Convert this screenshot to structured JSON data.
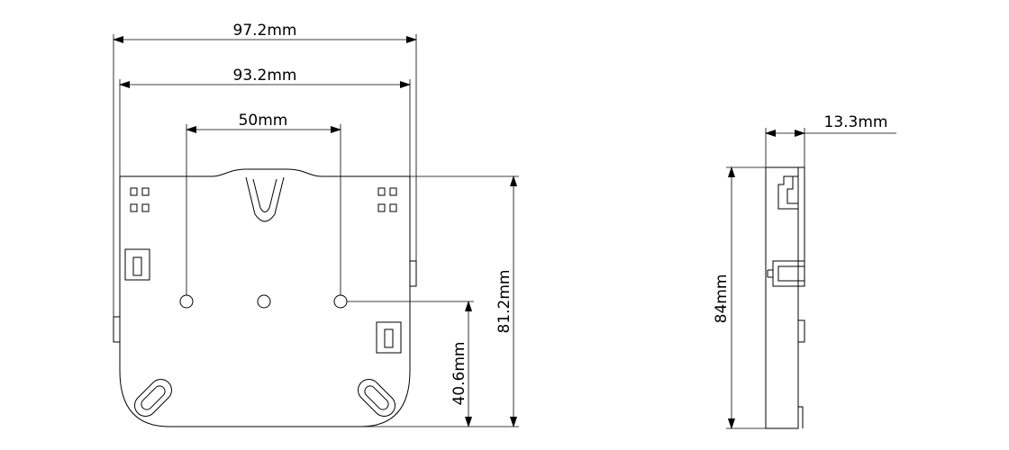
{
  "dimensions": {
    "outer_width": "97.2mm",
    "inner_width": "93.2mm",
    "hole_spacing": "50mm",
    "total_height": "81.2mm",
    "hole_height": "40.6mm",
    "side_depth": "13.3mm",
    "side_height": "84mm"
  },
  "colors": {
    "line": "#000000",
    "background": "#ffffff"
  }
}
